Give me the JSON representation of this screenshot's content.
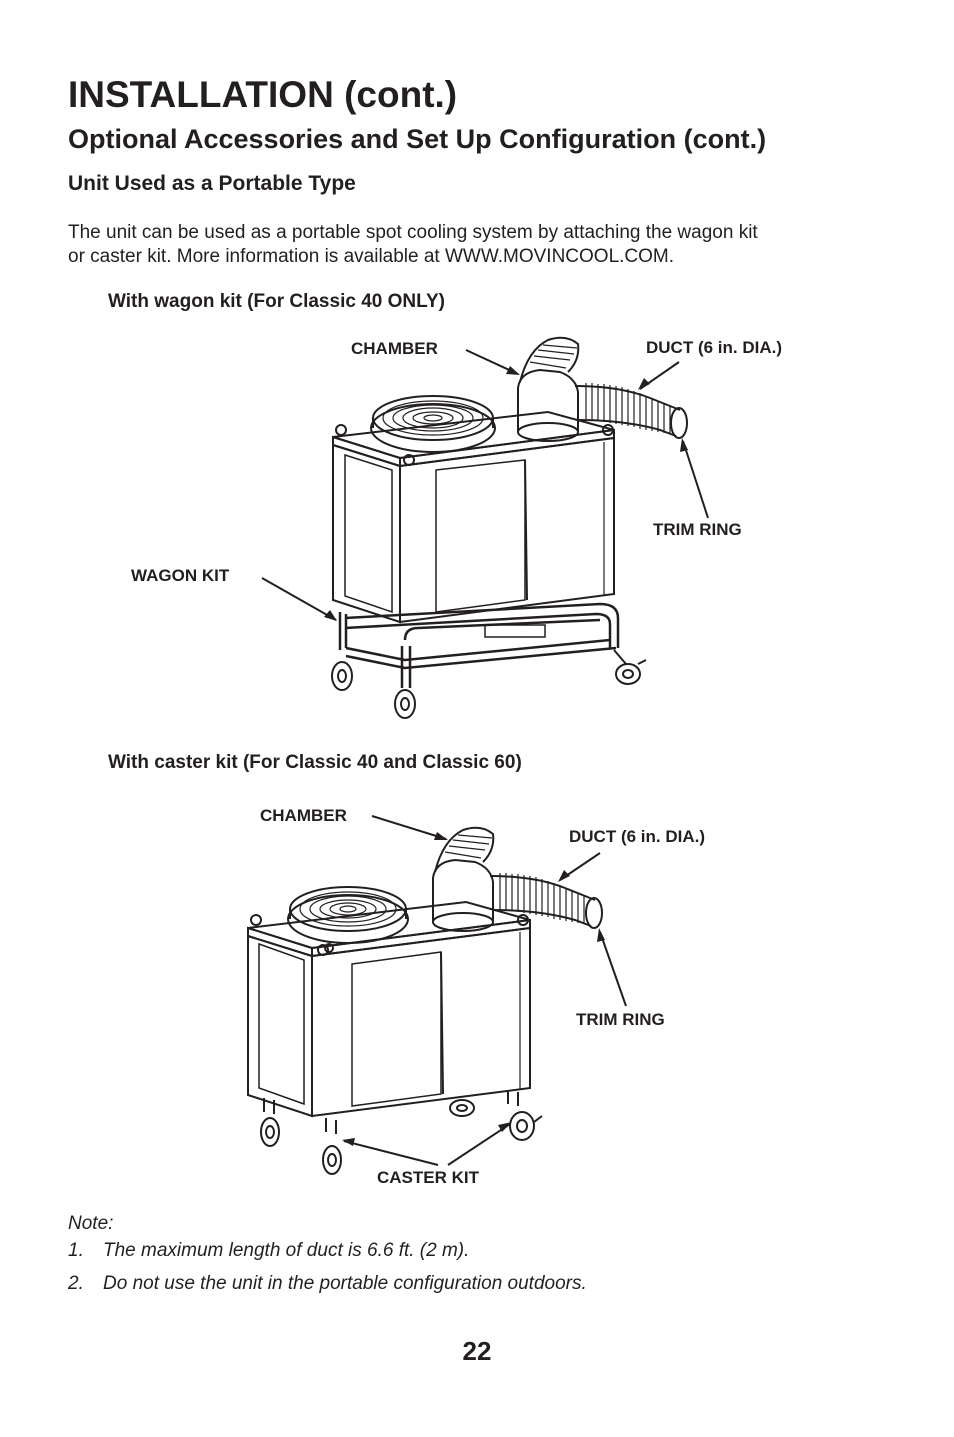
{
  "page": {
    "title": "INSTALLATION (cont.)",
    "subtitle": "Optional Accessories and Set Up Configuration (cont.)",
    "section_heading": "Unit Used as a Portable Type",
    "intro_line1": "The unit can be used as a portable spot cooling system by attaching the wagon kit",
    "intro_line2": "or caster kit. More information is available at WWW.MOVINCOOL.COM.",
    "page_number": "22"
  },
  "figure_wagon": {
    "heading": "With wagon kit (For Classic 40 ONLY)",
    "labels": {
      "chamber": "CHAMBER",
      "duct": "DUCT (6 in. DIA.)",
      "trim_ring": "TRIM RING",
      "wagon_kit": "WAGON KIT"
    }
  },
  "figure_caster": {
    "heading": "With caster kit (For Classic 40 and Classic 60)",
    "labels": {
      "chamber": "CHAMBER",
      "duct": "DUCT (6 in. DIA.)",
      "trim_ring": "TRIM RING",
      "caster_kit": "CASTER KIT"
    }
  },
  "notes": {
    "heading": "Note:",
    "items": [
      {
        "num": "1.",
        "text": "The maximum length of duct is 6.6 ft. (2 m)."
      },
      {
        "num": "2.",
        "text": "Do not use the unit in the portable configuration outdoors."
      }
    ]
  }
}
